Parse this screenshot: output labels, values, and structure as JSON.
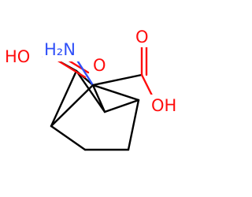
{
  "molecule": {
    "atoms": {
      "hydroxyl_left": "HO",
      "amino": "H2N",
      "amino_display": "H₂N",
      "carbonyl_oxygen_left": "O",
      "carbonyl_oxygen_right": "O",
      "hydroxyl_right": "OH"
    },
    "colors": {
      "bond": "#000000",
      "oxygen": "#ff0d0d",
      "nitrogen": "#3050f8",
      "background": "#ffffff"
    }
  }
}
